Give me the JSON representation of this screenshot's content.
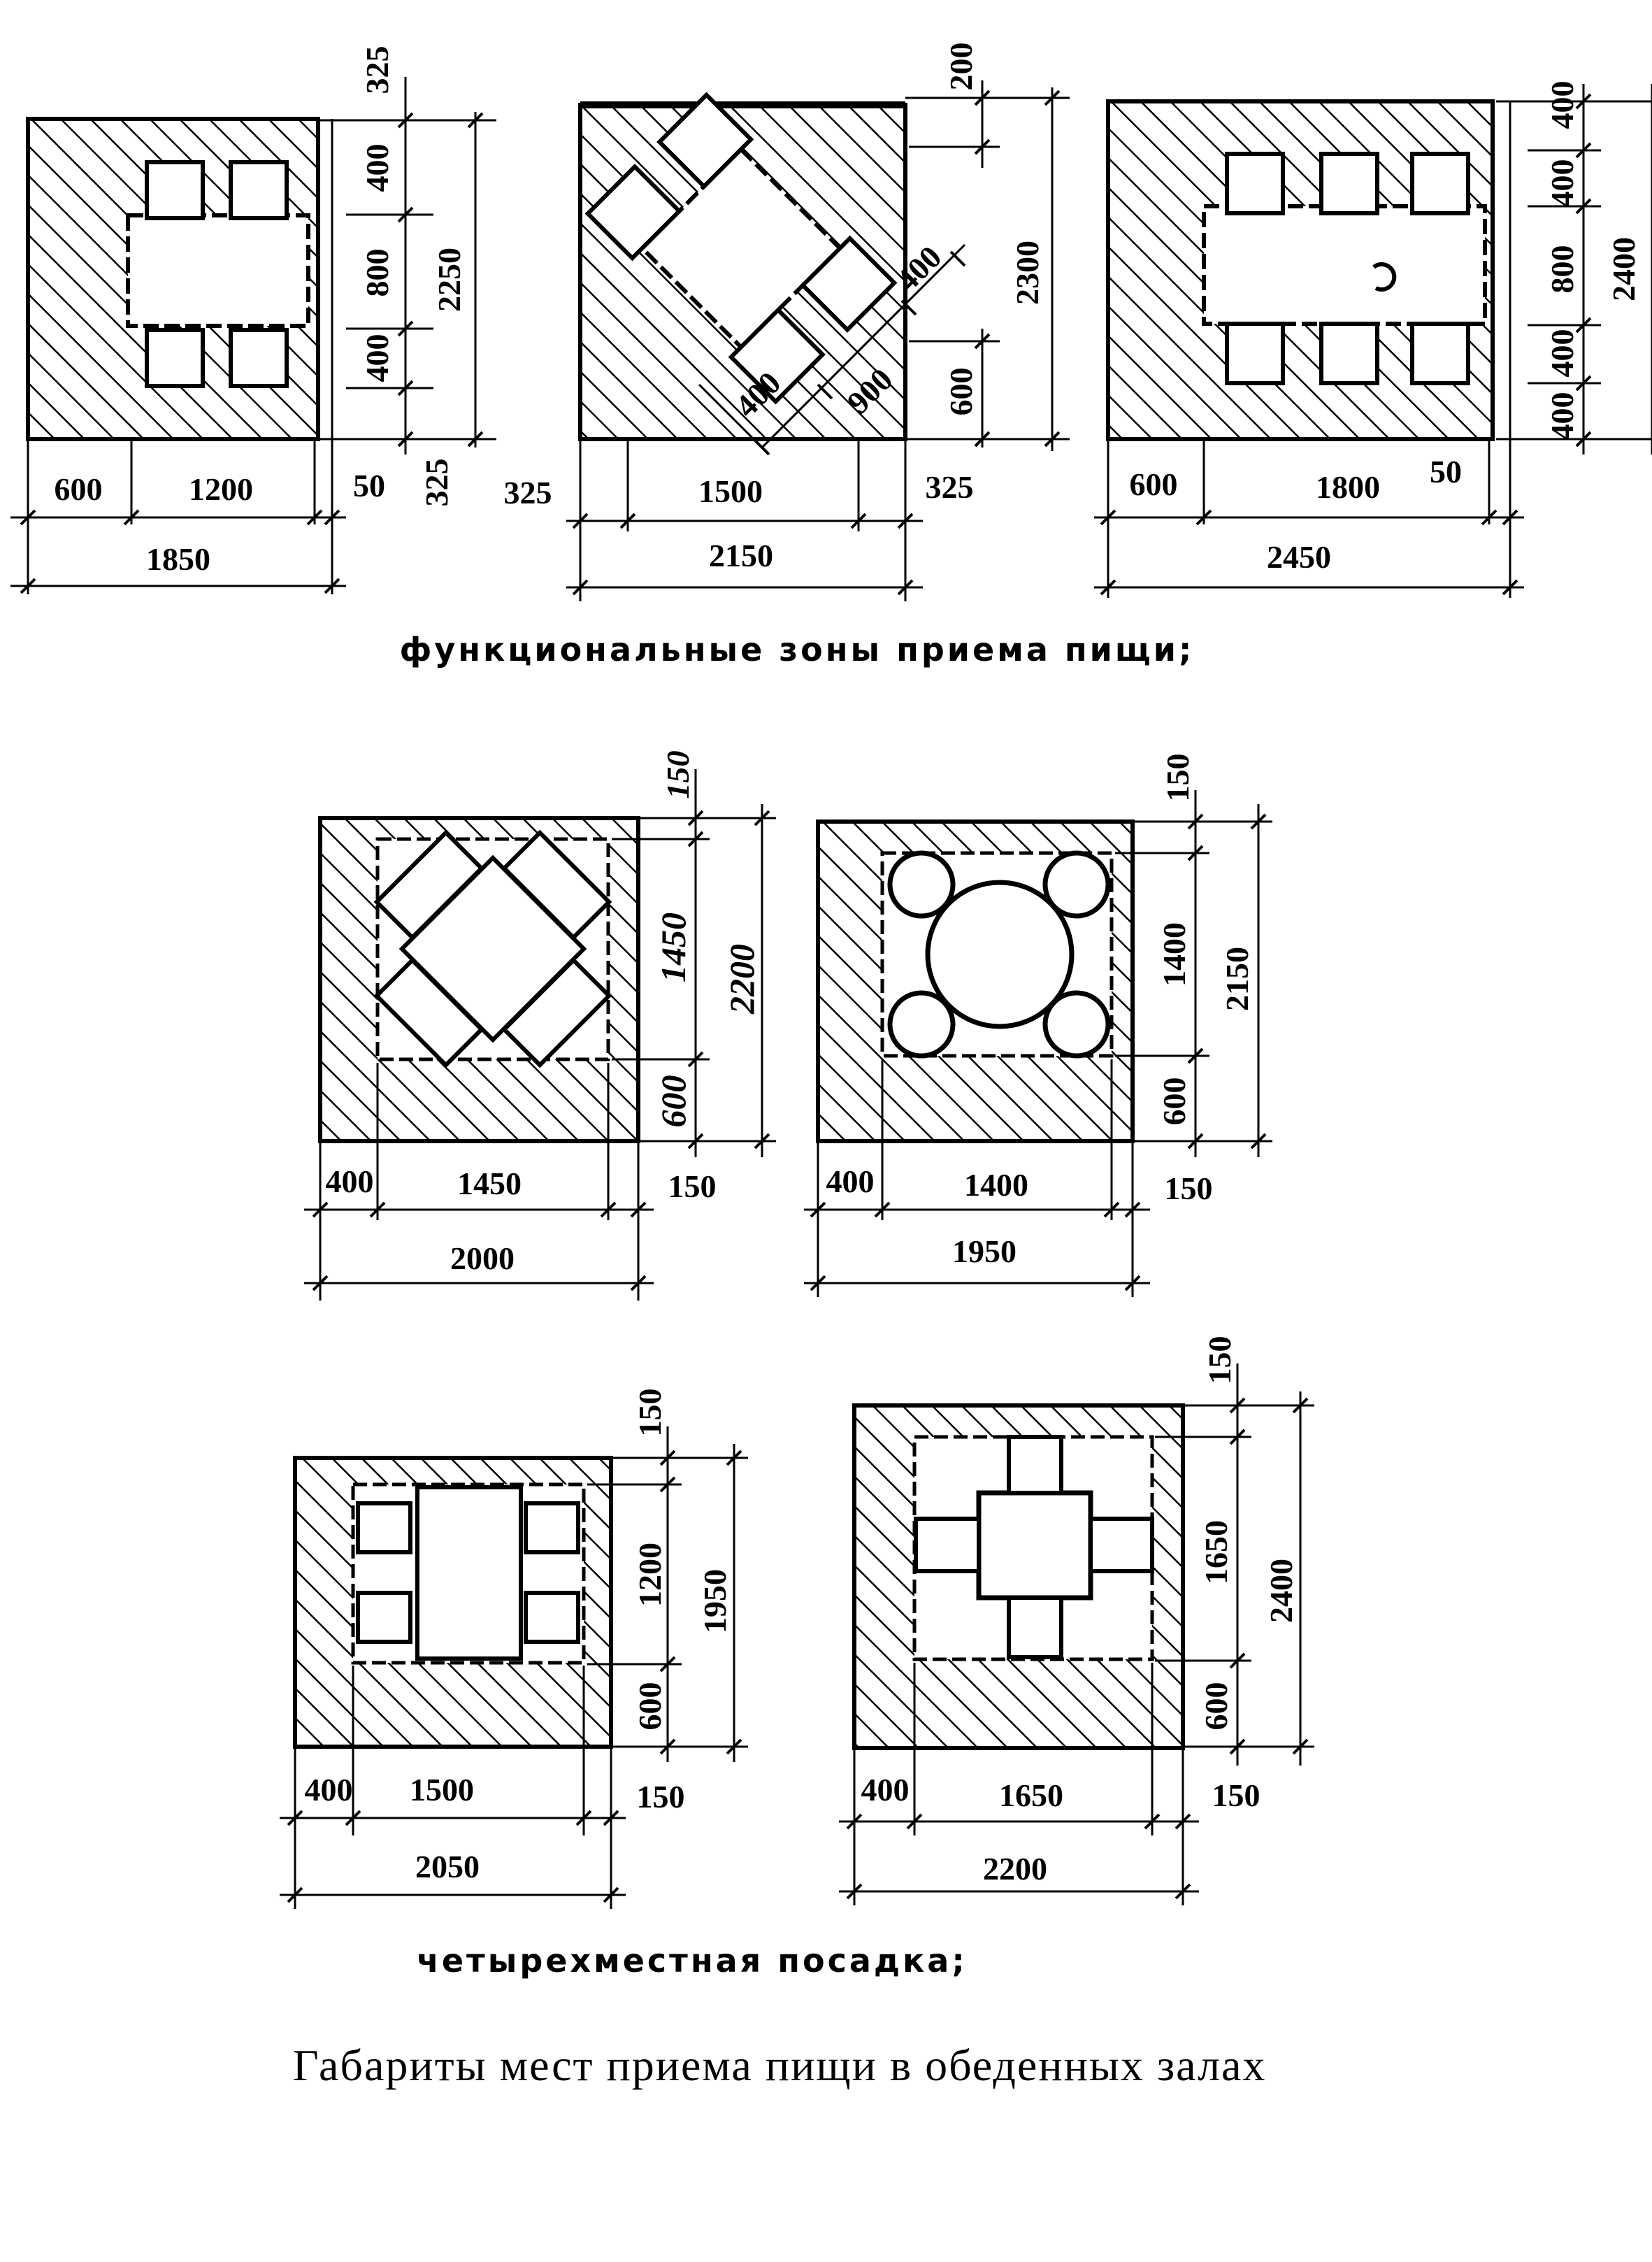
{
  "captions": {
    "zones": "функциональные зоны приема пищи;",
    "four_seat": "четырехместная посадка;",
    "title": "Габариты мест приема пищи в обеденных залах"
  },
  "plans": [
    {
      "id": "zone-rect-4",
      "bottom": [
        "600",
        "1200",
        "50"
      ],
      "bottom_total": "1850",
      "right": [
        "325",
        "400",
        "800",
        "400",
        "325"
      ],
      "right_total": "2250"
    },
    {
      "id": "zone-diagonal-4",
      "bottom": [
        "325",
        "1500",
        "325"
      ],
      "bottom_total": "2150",
      "right": [
        "200",
        "600"
      ],
      "right_total": "2300",
      "diagonal": [
        "400",
        "900",
        "400"
      ]
    },
    {
      "id": "zone-rect-6",
      "bottom": [
        "600",
        "1800",
        "50"
      ],
      "bottom_total": "2450",
      "right": [
        "400",
        "400",
        "800",
        "400",
        "400"
      ],
      "right_total": "2400"
    },
    {
      "id": "four-seat-diamond",
      "bottom": [
        "400",
        "1450",
        "150"
      ],
      "bottom_total": "2000",
      "right": [
        "150",
        "1450",
        "600"
      ],
      "right_total": "2200"
    },
    {
      "id": "four-seat-round",
      "bottom": [
        "400",
        "1400",
        "150"
      ],
      "bottom_total": "1950",
      "right": [
        "150",
        "1400",
        "600"
      ],
      "right_total": "2150"
    },
    {
      "id": "four-seat-long",
      "bottom": [
        "400",
        "1500",
        "150"
      ],
      "bottom_total": "2050",
      "right": [
        "150",
        "1200",
        "600"
      ],
      "right_total": "1950"
    },
    {
      "id": "four-seat-cross",
      "bottom": [
        "400",
        "1650",
        "150"
      ],
      "bottom_total": "2200",
      "right": [
        "150",
        "1650",
        "600"
      ],
      "right_total": "2400"
    }
  ],
  "colors": {
    "ink": "#000000",
    "paper": "#ffffff"
  }
}
